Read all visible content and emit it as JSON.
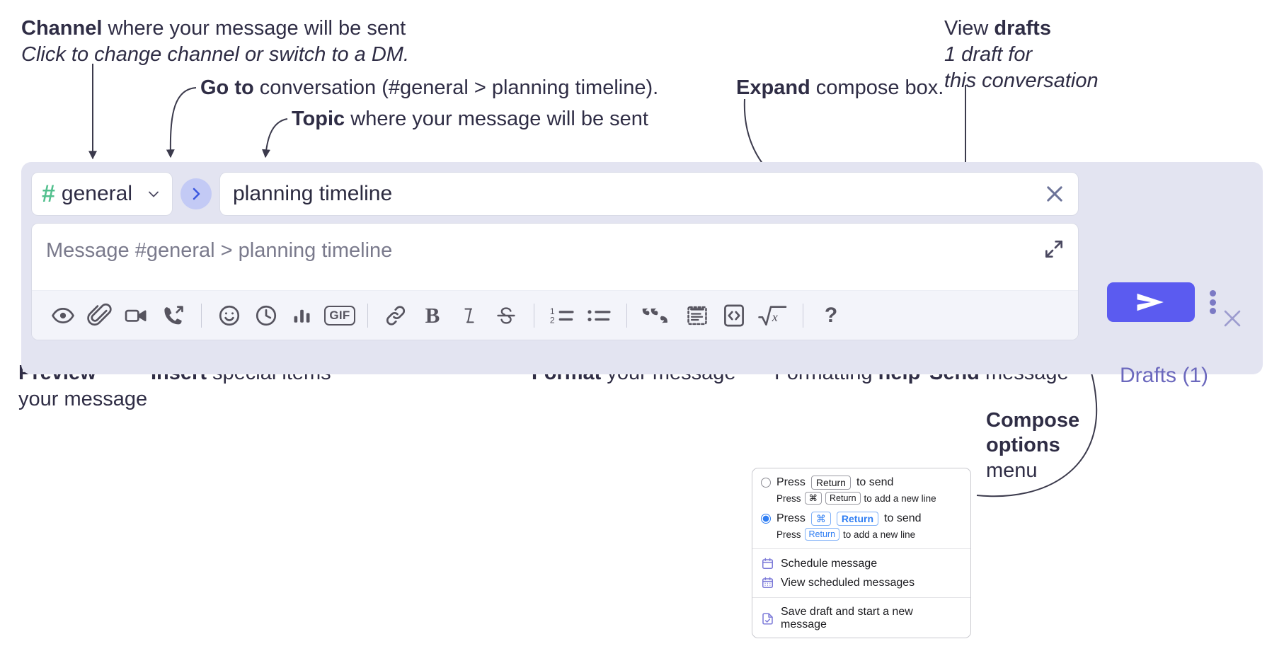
{
  "annotations": {
    "channel": {
      "bold": "Channel",
      "rest": " where your message will be sent",
      "italic": "Click to change channel or switch to a DM."
    },
    "goto": {
      "bold": "Go to",
      "rest": " conversation (#general > planning timeline)."
    },
    "topic": {
      "bold": "Topic",
      "rest": " where your message will be sent"
    },
    "expand": {
      "bold": "Expand",
      "rest": " compose box."
    },
    "drafts": {
      "lead": "View ",
      "bold": "drafts",
      "italic_line1": "1 draft for",
      "italic_line2": "this conversation"
    },
    "preview": {
      "bold": "Preview",
      "line2": "your message"
    },
    "insert": {
      "bold": "Insert",
      "rest": " special items"
    },
    "format": {
      "bold": "Format",
      "rest": " your message"
    },
    "help": {
      "lead": "Formatting ",
      "bold": "help"
    },
    "send": {
      "bold": "Send",
      "rest": " message"
    },
    "compose_options": {
      "bold_line1": "Compose",
      "bold_line2": "options",
      "line3": "menu"
    }
  },
  "compose": {
    "channel_name": "general",
    "channel_hash": "#",
    "topic_value": "planning timeline",
    "message_placeholder": "Message #general > planning timeline",
    "drafts_label": "Drafts (1)",
    "gif_label": "GIF",
    "bold_label": "B",
    "italic_label": "I",
    "help_label": "?",
    "toolbar_icons": [
      "preview-eye-icon",
      "attachment-paperclip-icon",
      "video-camera-icon",
      "phone-huddle-icon",
      "emoji-smiley-icon",
      "clock-reminder-icon",
      "poll-bar-chart-icon",
      "gif-icon",
      "link-icon",
      "bold-icon",
      "italic-icon",
      "strikethrough-icon",
      "ordered-list-icon",
      "bulleted-list-icon",
      "blockquote-icon",
      "code-block-icon",
      "inline-code-icon",
      "math-formula-icon",
      "formatting-help-icon"
    ]
  },
  "options_menu": {
    "option1": {
      "press": "Press",
      "key": "Return",
      "tail": "to send",
      "sub_press": "Press",
      "sub_key1": "⌘",
      "sub_key2": "Return",
      "sub_tail": "to add a new line",
      "selected": false
    },
    "option2": {
      "press": "Press",
      "key1": "⌘",
      "key2": "Return",
      "tail": "to send",
      "sub_press": "Press",
      "sub_key": "Return",
      "sub_tail": "to add a new line",
      "selected": true
    },
    "items": [
      {
        "label": "Schedule message",
        "icon": "calendar-clock-icon"
      },
      {
        "label": "View scheduled messages",
        "icon": "calendar-grid-icon"
      },
      {
        "label": "Save draft and start a new message",
        "icon": "document-check-icon"
      }
    ]
  },
  "colors": {
    "panel_bg": "#e3e4f1",
    "send_button": "#5b5bf0",
    "hash_green": "#53c08e",
    "goto_blue": "#3b57e0",
    "drafts_purple": "#6b68bd",
    "menu_icon_purple": "#7b79d8",
    "radio_blue": "#2f7ef3",
    "text_dark": "#2f2d45"
  }
}
